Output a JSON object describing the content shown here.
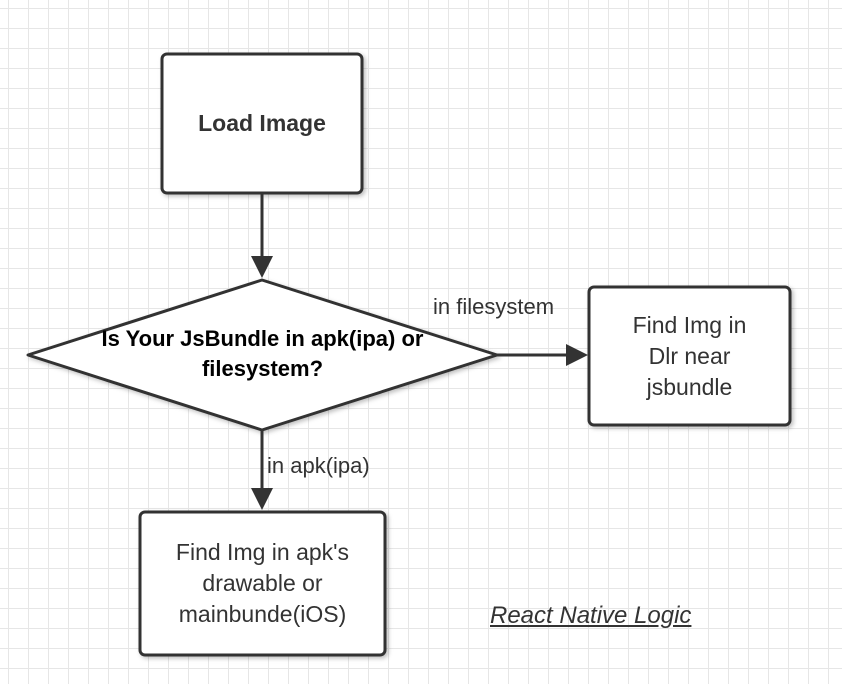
{
  "diagram": {
    "nodes": {
      "load_image": "Load Image",
      "decision_line1": "Is Your JsBundle in apk(ipa) or",
      "decision_line2": "filesystem?",
      "find_filesystem_line1": "Find Img in",
      "find_filesystem_line2": "Dlr near",
      "find_filesystem_line3": "jsbundle",
      "find_apk_line1": "Find Img in apk's",
      "find_apk_line2": "drawable or",
      "find_apk_line3": "mainbunde(iOS)"
    },
    "edges": {
      "to_filesystem_label": "in filesystem",
      "to_apk_label": "in apk(ipa)"
    },
    "caption": "React Native Logic"
  },
  "colors": {
    "stroke": "#333333",
    "node_fill": "#ffffff",
    "grid": "#e6e6e6",
    "text": "#333333"
  }
}
